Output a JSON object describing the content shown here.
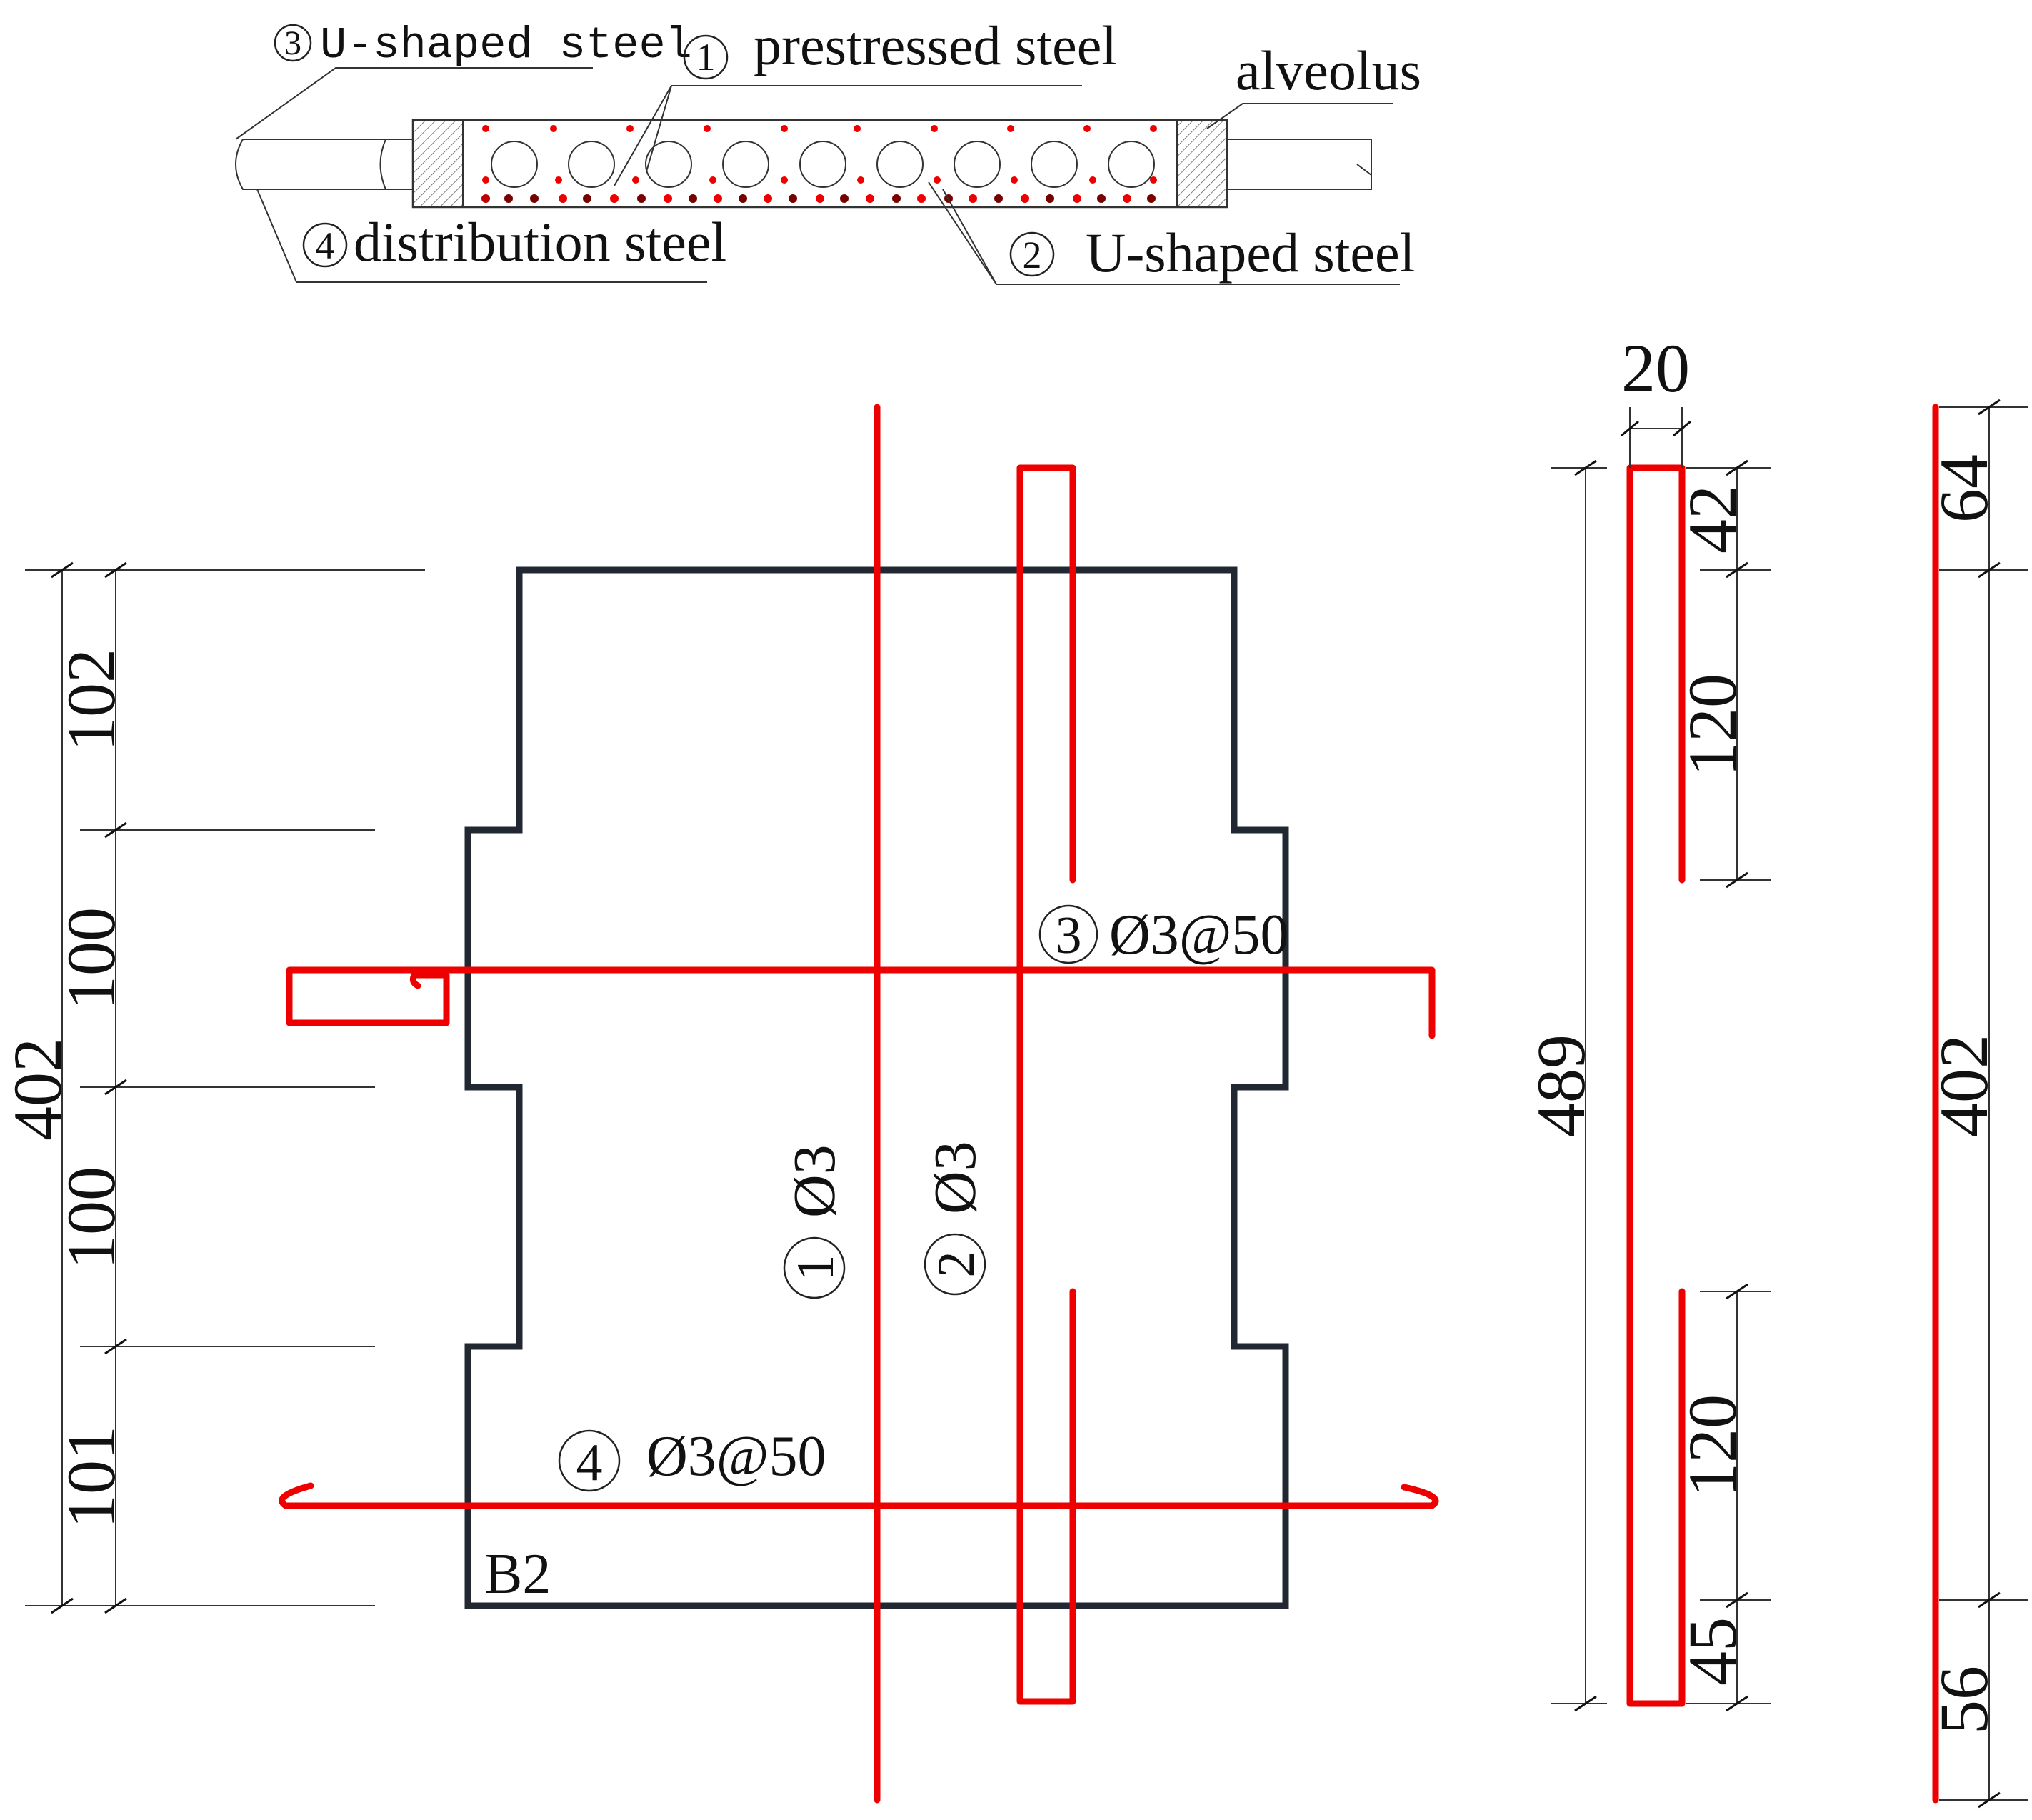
{
  "labels": {
    "u_shaped_steel_3": "U-shaped steel",
    "num_3": "3",
    "prestressed_steel": "prestressed steel",
    "num_1": "1",
    "alveolus": "alveolus",
    "distribution_steel": "distribution steel",
    "num_4": "4",
    "u_shaped_steel_2": "U-shaped steel",
    "num_2": "2"
  },
  "plan": {
    "panel_label": "B2",
    "bar1_num": "1",
    "bar1_spec": "Ø3",
    "bar2_num": "2",
    "bar2_spec": "Ø3",
    "bar3_num": "3",
    "bar3_spec": "Ø3@50",
    "bar4_num": "4",
    "bar4_spec": "Ø3@50"
  },
  "dims_left": {
    "total": "402",
    "seg1": "102",
    "seg2": "100",
    "seg3": "100",
    "seg4": "101"
  },
  "dims_ushape": {
    "width": "20",
    "total": "489",
    "top_hook": "42",
    "top_leg": "120",
    "bottom_leg": "120",
    "bottom_hook": "45"
  },
  "dims_straight": {
    "total": "402",
    "top_ext": "64",
    "bottom_ext": "56"
  },
  "colors": {
    "steel": "#ee0000",
    "outline": "#222831"
  }
}
